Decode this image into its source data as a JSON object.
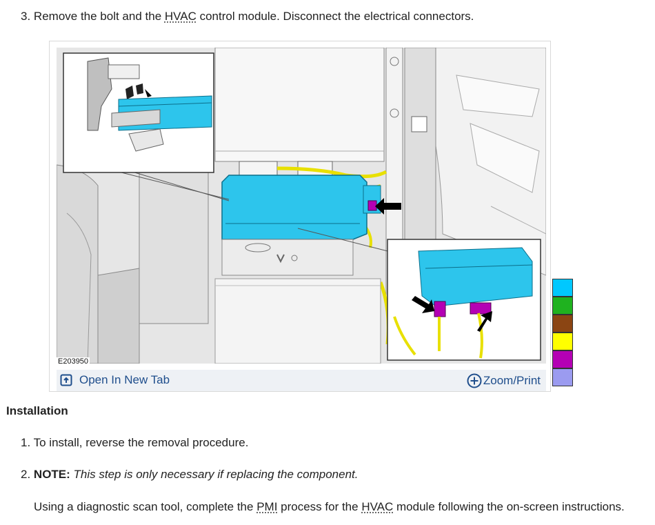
{
  "step3": {
    "number": "3.",
    "text_a": "Remove the bolt and the ",
    "abbr_hvac": "HVAC",
    "text_b": " control module. Disconnect the electrical connectors."
  },
  "figure": {
    "id": "E203950",
    "open_tab_label": "Open In New Tab",
    "zoom_label": "Zoom/Print",
    "open_tab_icon": "external-link-icon",
    "zoom_icon": "plus-circle-icon"
  },
  "legend_colors": [
    "#00c8ff",
    "#1fb21f",
    "#8b4513",
    "#ffff00",
    "#b400b4",
    "#9b9bf0"
  ],
  "installation": {
    "heading": "Installation",
    "step1": {
      "number": "1.",
      "text": "To install, reverse the removal procedure."
    },
    "step2": {
      "number": "2.",
      "note_label": "NOTE:",
      "note_text": " This step is only necessary if replacing the component.",
      "detail_a": "Using a diagnostic scan tool, complete the ",
      "abbr_pmi": "PMI",
      "detail_b": " process for the ",
      "abbr_hvac": "HVAC",
      "detail_c": " module following the on-screen instructions."
    }
  }
}
